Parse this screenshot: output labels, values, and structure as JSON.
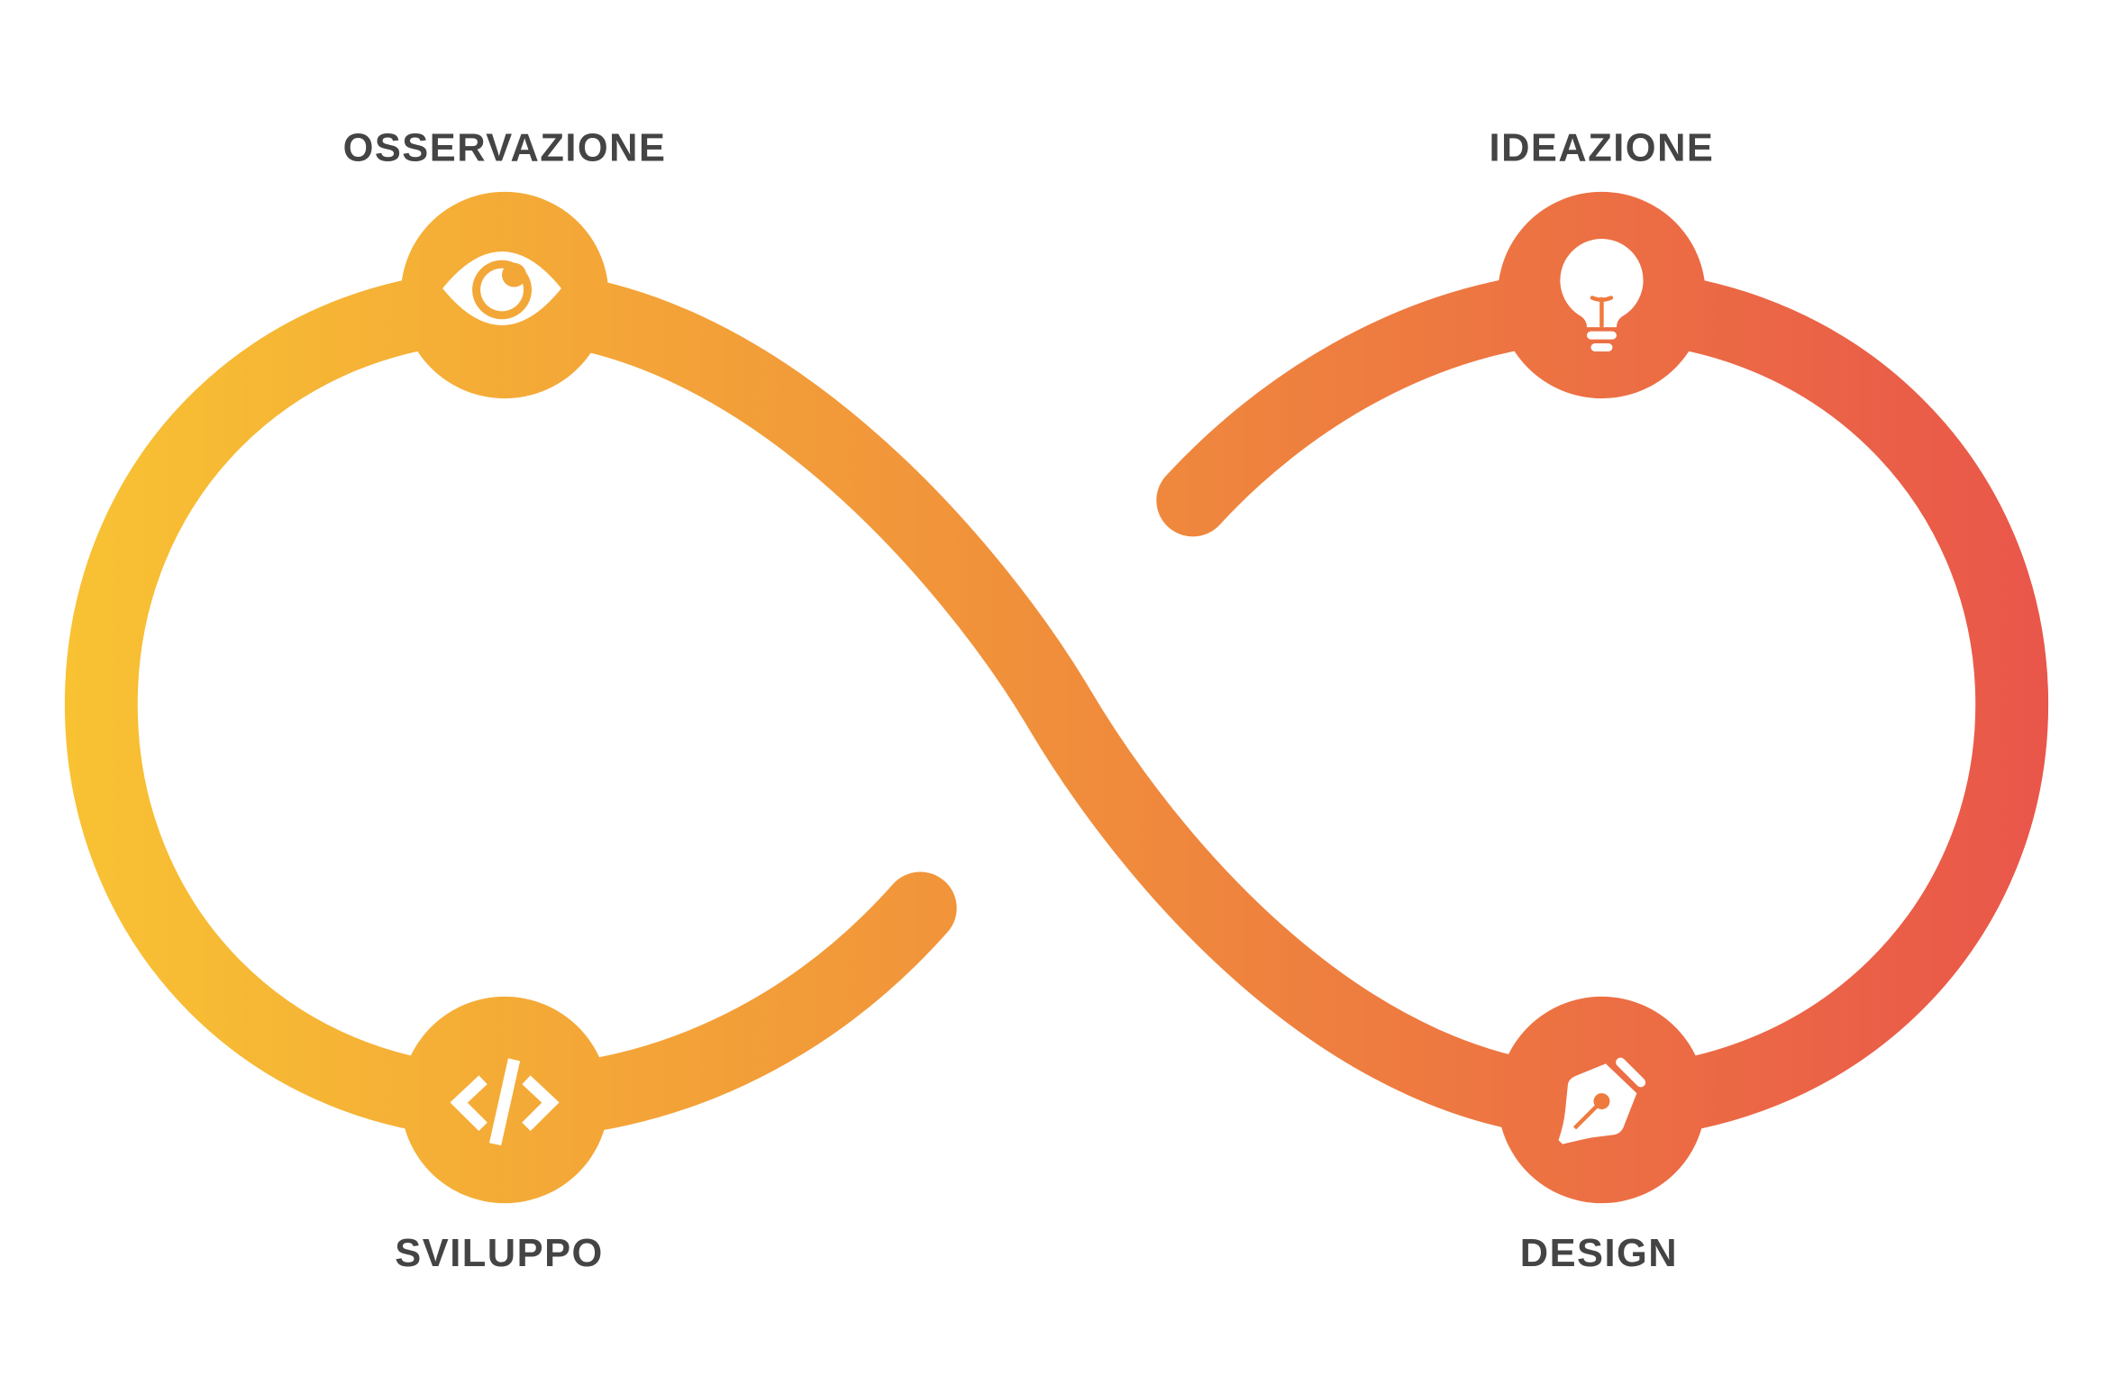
{
  "colors": {
    "gradient_start": "#F8C233",
    "gradient_end": "#E9564A",
    "label": "#444444",
    "icon": "#ffffff"
  },
  "stages": [
    {
      "label": "OSSERVAZIONE",
      "icon": "eye-icon"
    },
    {
      "label": "IDEAZIONE",
      "icon": "lightbulb-icon"
    },
    {
      "label": "SVILUPPO",
      "icon": "code-icon"
    },
    {
      "label": "DESIGN",
      "icon": "pen-nib-icon"
    }
  ]
}
